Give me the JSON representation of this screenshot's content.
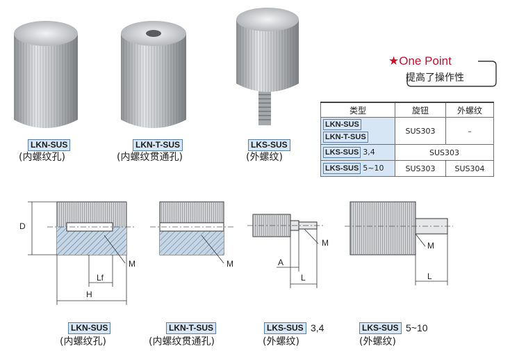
{
  "products": [
    {
      "code": "LKN-SUS",
      "caption": "(内螺纹孔)"
    },
    {
      "code": "LKN-T-SUS",
      "caption": "(内螺纹贯通孔)"
    },
    {
      "code": "LKS-SUS",
      "caption": "(外螺纹)"
    }
  ],
  "one_point": {
    "title": "★One Point",
    "subtitle": "提高了操作性"
  },
  "table": {
    "headers": [
      "类型",
      "旋钮",
      "外螺纹"
    ],
    "rows": [
      {
        "types": [
          "LKN-SUS",
          "LKN-T-SUS"
        ],
        "suffix": "",
        "knob": "SUS303",
        "thread": "–"
      },
      {
        "types": [
          "LKS-SUS"
        ],
        "suffix": "3,4",
        "knob_thread": "SUS303"
      },
      {
        "types": [
          "LKS-SUS"
        ],
        "suffix": "5~10",
        "knob": "SUS303",
        "thread": "SUS304"
      }
    ]
  },
  "dims": {
    "D": "D",
    "M": "M",
    "Lf": "Lf",
    "H": "H",
    "A": "A",
    "L": "L"
  },
  "drawings": [
    {
      "code": "LKN-SUS",
      "suffix": "",
      "caption": "(内螺纹孔)"
    },
    {
      "code": "LKN-T-SUS",
      "suffix": "",
      "caption": "(内螺纹贯通孔)"
    },
    {
      "code": "LKS-SUS",
      "suffix": "3,4",
      "caption": "(外螺纹)"
    },
    {
      "code": "LKS-SUS",
      "suffix": "5~10",
      "caption": "(外螺纹)"
    }
  ],
  "colors": {
    "accent_red": "#c8102e",
    "badge_blue": "#d6e6f4",
    "steel": "#c7c9cb"
  }
}
